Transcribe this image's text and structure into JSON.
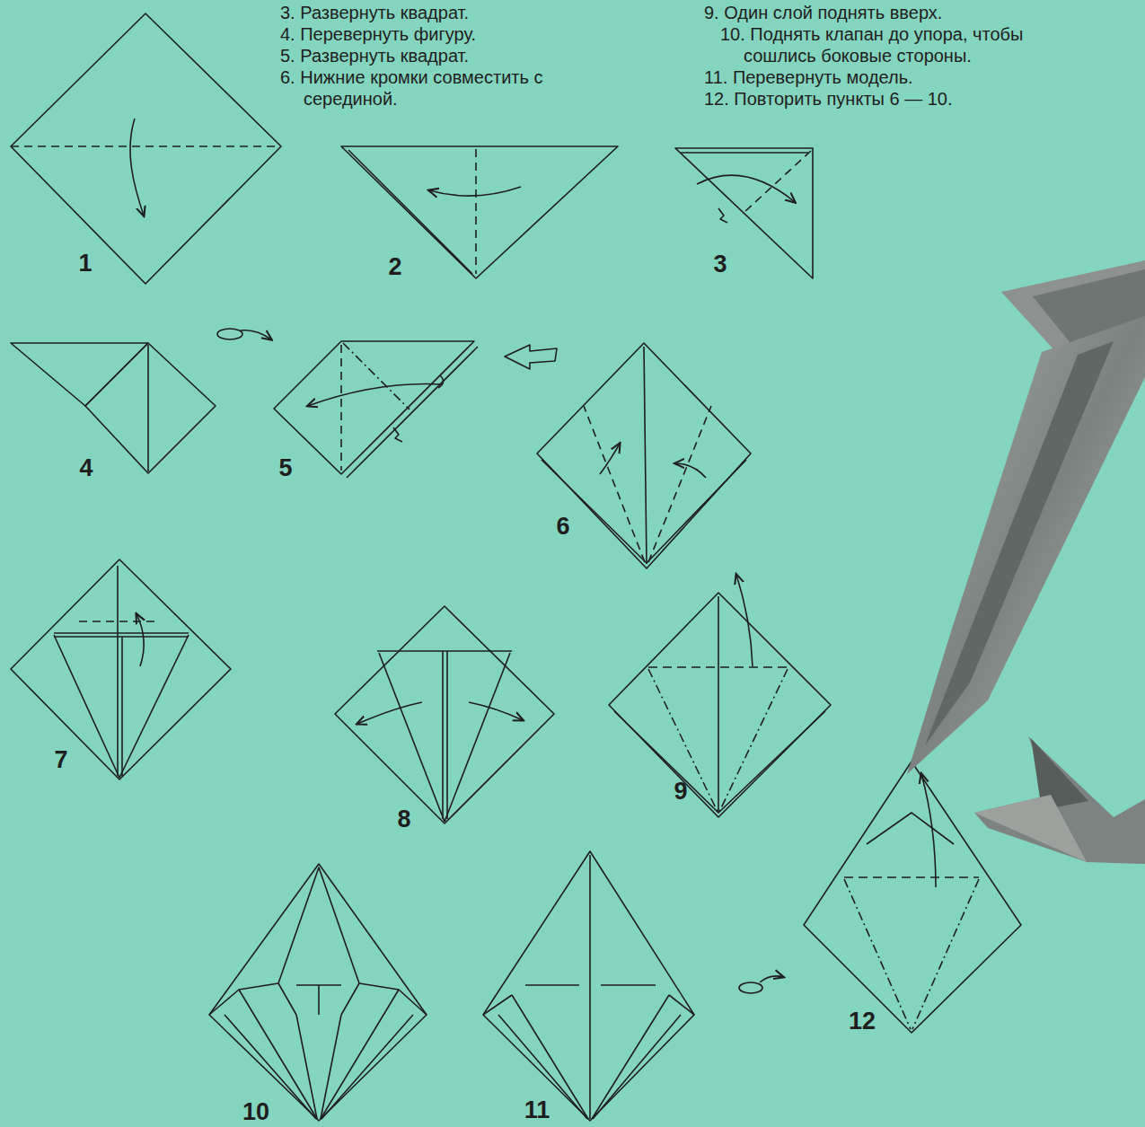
{
  "diagram": {
    "labels": [
      "3. Развернуть квадрат.",
      "4. Перевернуть фигуру.",
      "5. Развернуть квадрат.",
      "6. Нижние кромки совместить с серединой.",
      "9. Один слой поднять вверх.",
      "10. Поднять клапан до упора, чтобы сошлись боковые стороны.",
      "11. Перевернуть модель.",
      "12. Повторить пункты 6 — 10.",
      "1",
      "2",
      "3",
      "4",
      "5",
      "6",
      "7",
      "8",
      "9",
      "10",
      "11",
      "12"
    ]
  }
}
